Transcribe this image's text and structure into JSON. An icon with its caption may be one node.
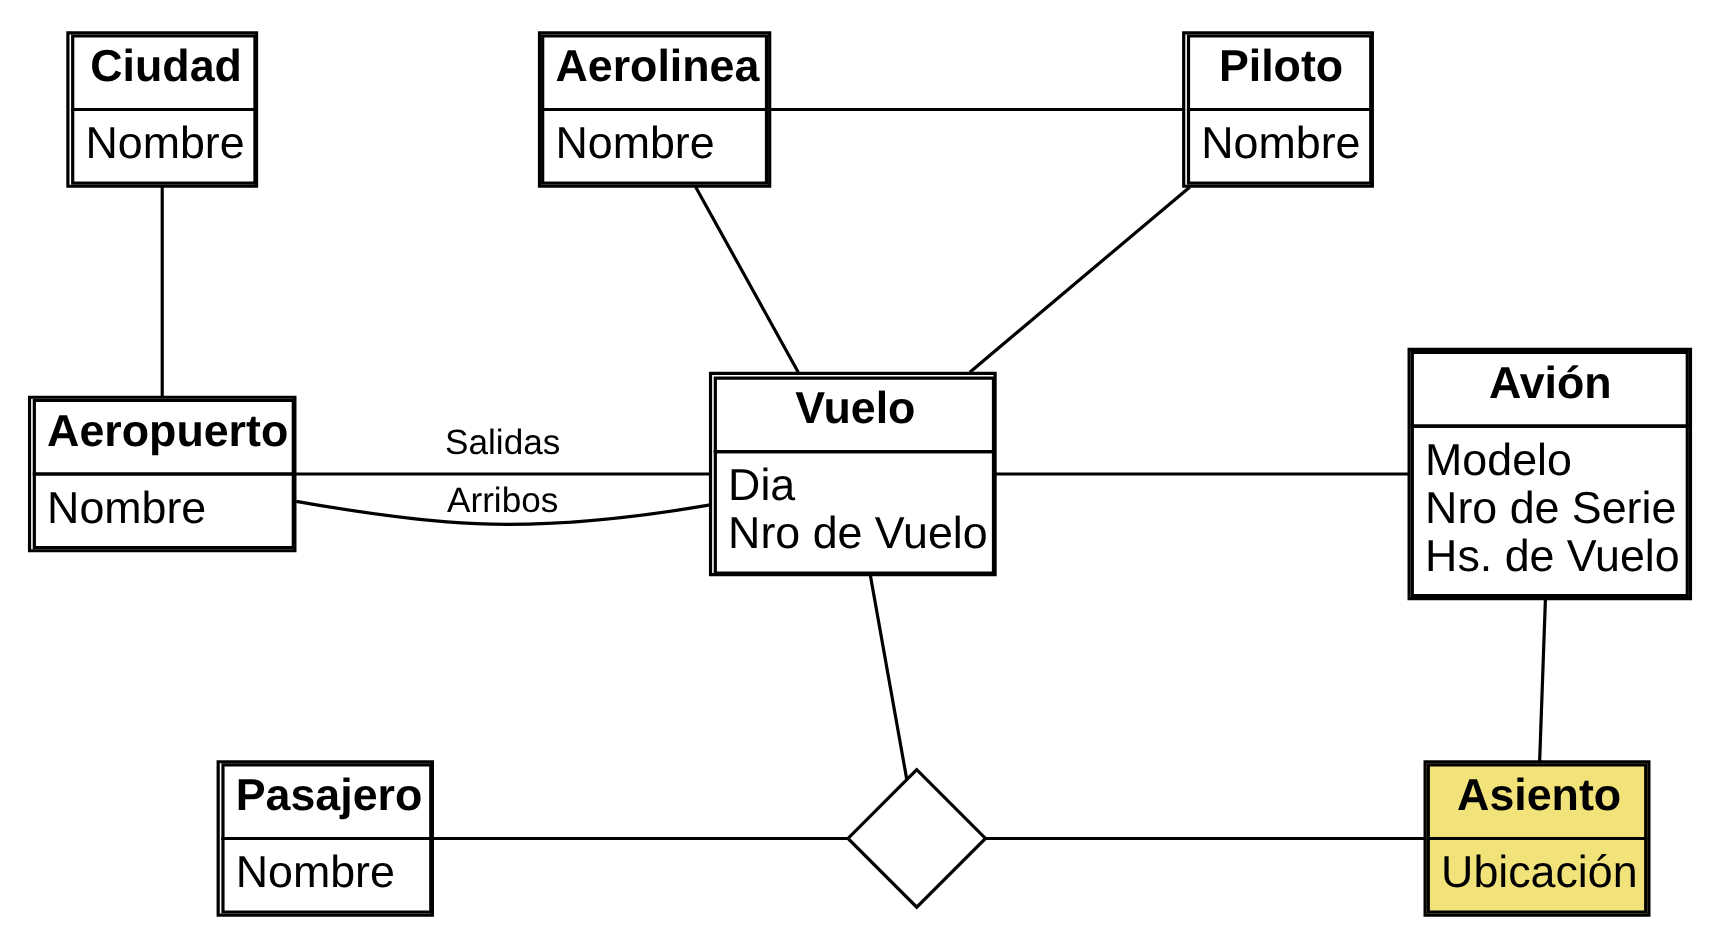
{
  "diagram": {
    "nodes": [
      {
        "text": [
          "Ciudad",
          "Nombre"
        ]
      },
      {
        "text": [
          "Aerolinea",
          "Nombre"
        ]
      },
      {
        "text": [
          "Piloto",
          "Nombre"
        ]
      },
      {
        "text": [
          "Aeropuerto",
          "Nombre"
        ]
      },
      {
        "text": [
          "Vuelo",
          "Dia",
          "Nro de Vuelo"
        ]
      },
      {
        "text": [
          "Avión",
          "Modelo",
          "Nro de Serie",
          "Hs. de Vuelo"
        ]
      },
      {
        "text": [
          "Pasajero",
          "Nombre"
        ]
      },
      {
        "text": [],
        "shape": "diamond"
      },
      {
        "text": [
          "Asiento",
          "Ubicación"
        ]
      }
    ],
    "edges": [
      {
        "from": 0,
        "to": 3,
        "arrow": "none"
      },
      {
        "from": 1,
        "to": 2,
        "arrow": "none"
      },
      {
        "from": 1,
        "to": 4,
        "arrow": "none"
      },
      {
        "from": 2,
        "to": 4,
        "arrow": "none"
      },
      {
        "from": 3,
        "to": 4,
        "label": "Salidas",
        "arrow": "none"
      },
      {
        "from": 3,
        "to": 4,
        "label": "Arribos",
        "arrow": "none"
      },
      {
        "from": 4,
        "to": 5,
        "arrow": "none"
      },
      {
        "from": 4,
        "to": 7,
        "arrow": "none"
      },
      {
        "from": 5,
        "to": 8,
        "arrow": "none"
      },
      {
        "from": 6,
        "to": 7,
        "arrow": "none"
      },
      {
        "from": 7,
        "to": 8,
        "arrow": "none"
      }
    ]
  }
}
